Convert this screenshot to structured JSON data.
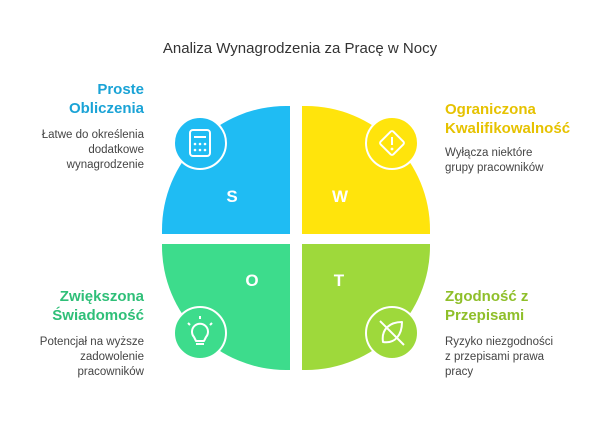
{
  "title": "Analiza Wynagrodzenia za Pracę w Nocy",
  "quadrants": [
    {
      "letter": "S",
      "title_lines": [
        "Proste",
        "Obliczenia"
      ],
      "desc_lines": [
        "Łatwe do określenia",
        "dodatkowe",
        "wynagrodzenie"
      ],
      "color": "#1fbcf3",
      "title_color": "#1aa3d6",
      "icon": "calculator-icon"
    },
    {
      "letter": "W",
      "title_lines": [
        "Ograniczona",
        "Kwalifikowalność"
      ],
      "desc_lines": [
        "Wyłącza niektóre",
        "grupy pracowników"
      ],
      "color": "#ffe40c",
      "title_color": "#e6c200",
      "icon": "warning-diamond-icon"
    },
    {
      "letter": "O",
      "title_lines": [
        "Zwiększona",
        "Świadomość"
      ],
      "desc_lines": [
        "Potencjał na wyższe",
        "zadowolenie",
        "pracowników"
      ],
      "color": "#3ddc8c",
      "title_color": "#2fbf78",
      "icon": "lightbulb-icon"
    },
    {
      "letter": "T",
      "title_lines": [
        "Zgodność z",
        "Przepisami"
      ],
      "desc_lines": [
        "Ryzyko niezgodności",
        "z przepisami prawa",
        "pracy"
      ],
      "color": "#9ed93b",
      "title_color": "#8fbf2a",
      "icon": "no-leaf-icon"
    }
  ]
}
